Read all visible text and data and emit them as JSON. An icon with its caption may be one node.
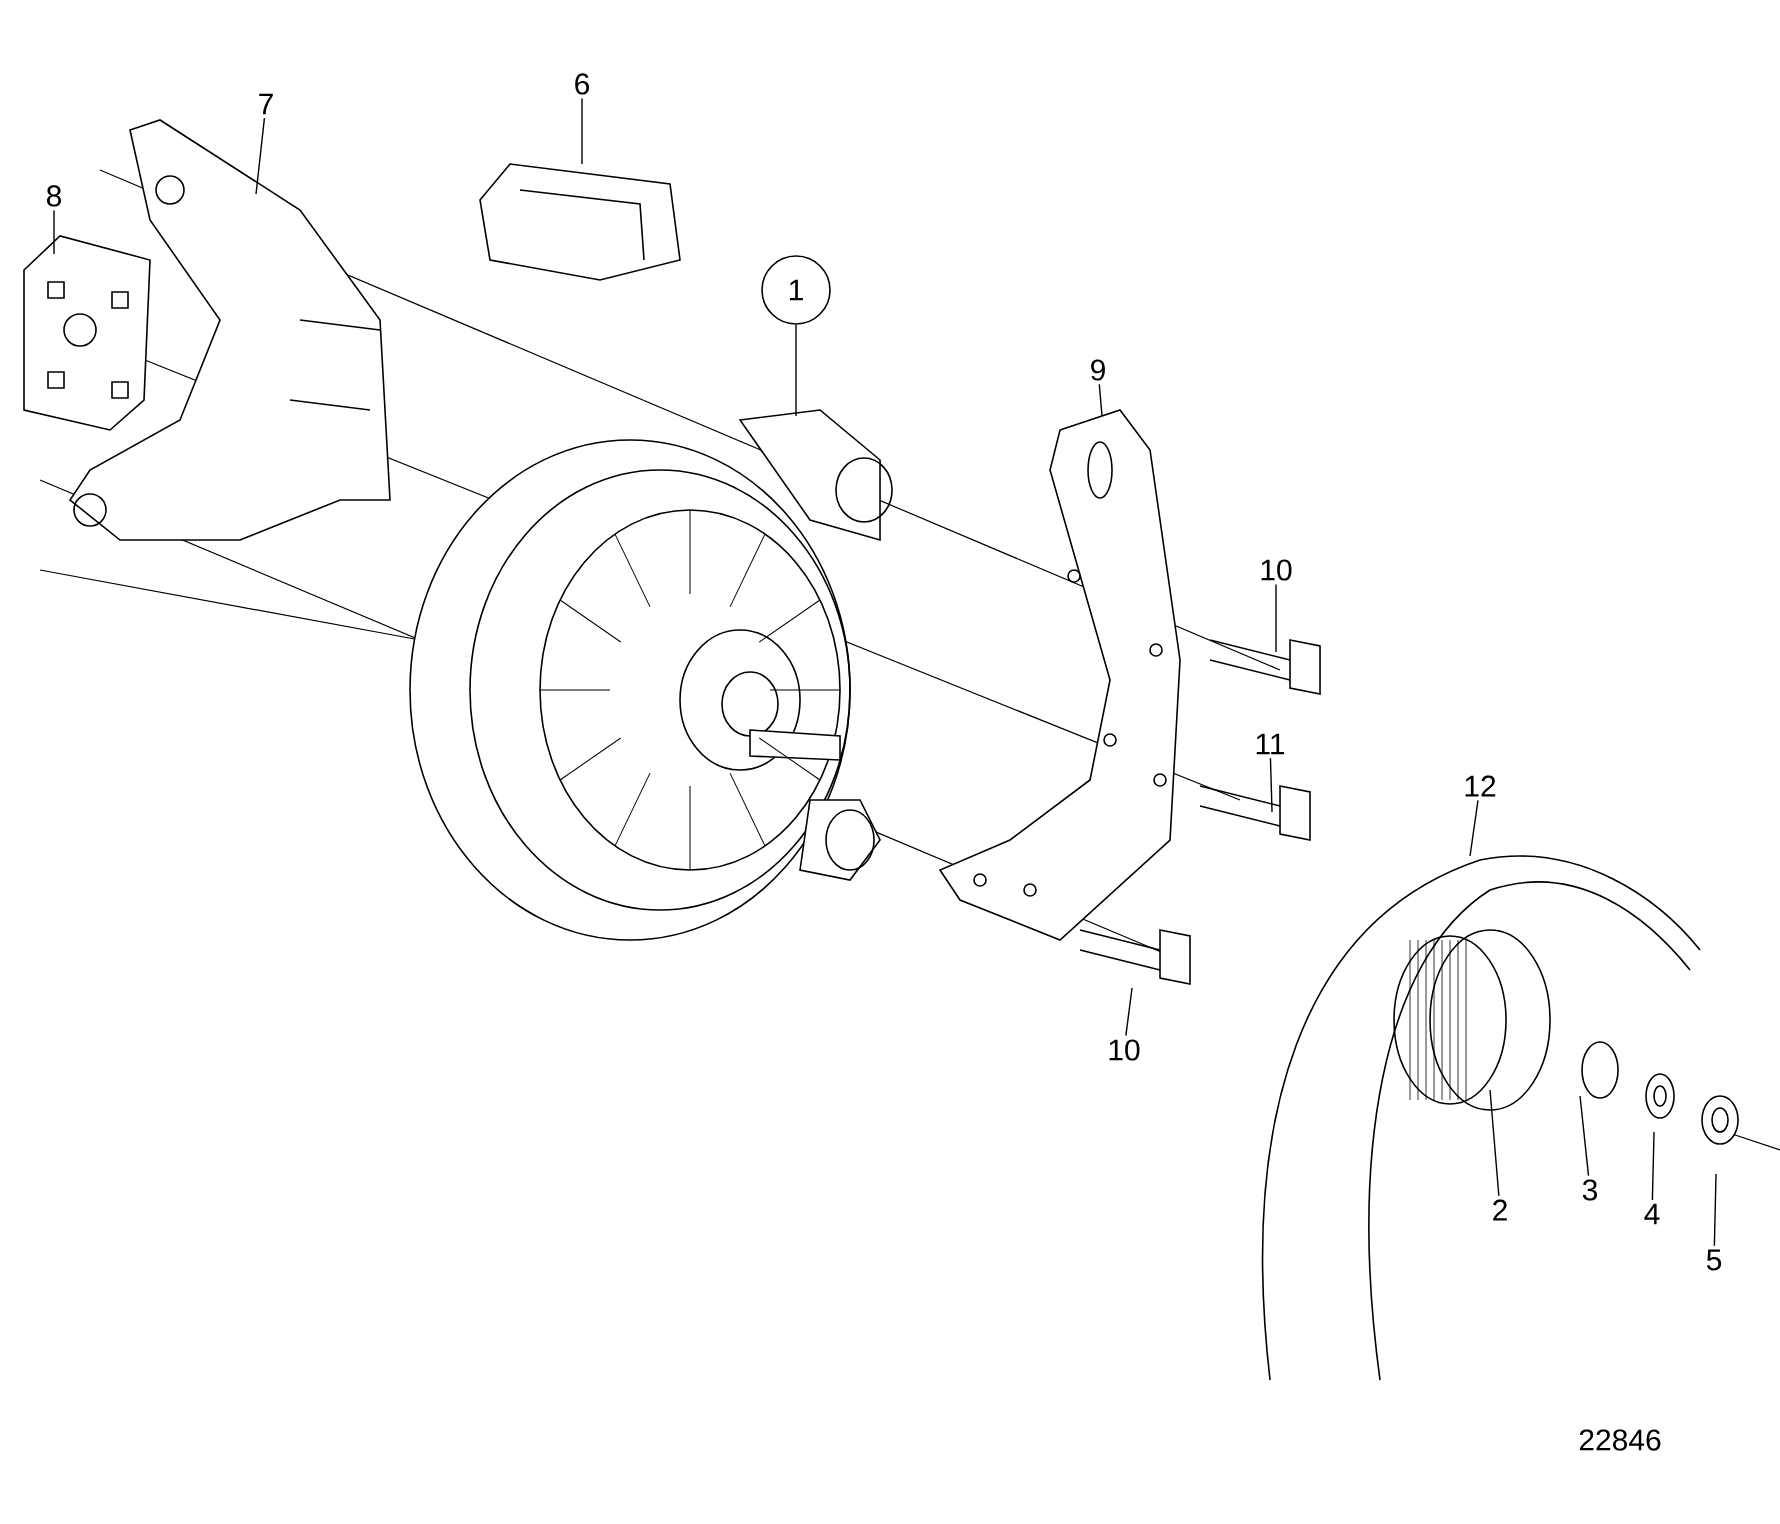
{
  "diagram": {
    "nodes": [
      {
        "text": [
          "1"
        ]
      },
      {
        "text": [
          "2"
        ]
      },
      {
        "text": [
          "3"
        ]
      },
      {
        "text": [
          "4"
        ]
      },
      {
        "text": [
          "5"
        ]
      },
      {
        "text": [
          "6"
        ]
      },
      {
        "text": [
          "7"
        ]
      },
      {
        "text": [
          "8"
        ]
      },
      {
        "text": [
          "9"
        ]
      },
      {
        "text": [
          "10"
        ]
      },
      {
        "text": [
          "11"
        ]
      },
      {
        "text": [
          "10"
        ]
      },
      {
        "text": [
          "12"
        ]
      }
    ],
    "edges": [
      {
        "from": 0,
        "to": null,
        "arrow": "none"
      },
      {
        "from": 1,
        "to": null,
        "arrow": "none"
      },
      {
        "from": 2,
        "to": null,
        "arrow": "none"
      },
      {
        "from": 3,
        "to": null,
        "arrow": "none"
      },
      {
        "from": 4,
        "to": null,
        "arrow": "none"
      },
      {
        "from": 5,
        "to": null,
        "arrow": "none"
      },
      {
        "from": 6,
        "to": null,
        "arrow": "none"
      },
      {
        "from": 7,
        "to": null,
        "arrow": "none"
      },
      {
        "from": 8,
        "to": null,
        "arrow": "none"
      },
      {
        "from": 9,
        "to": null,
        "arrow": "none"
      },
      {
        "from": 10,
        "to": null,
        "arrow": "none"
      },
      {
        "from": 11,
        "to": null,
        "arrow": "none"
      },
      {
        "from": 12,
        "to": null,
        "arrow": "none"
      }
    ],
    "labels": [
      "22846"
    ]
  }
}
